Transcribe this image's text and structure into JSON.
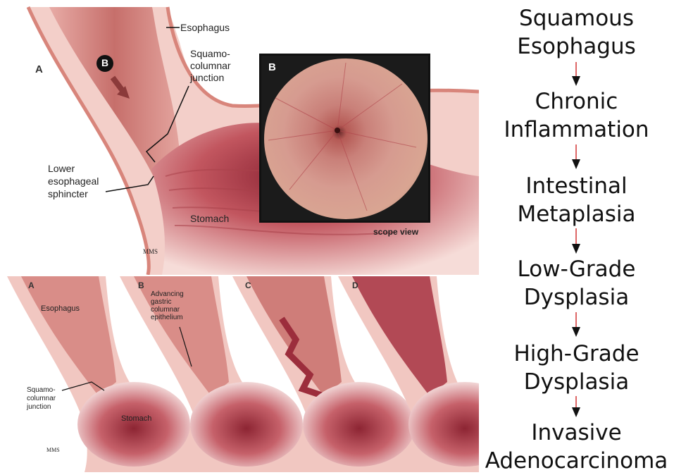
{
  "top_diagram": {
    "panel_letter": "A",
    "marker": "B",
    "labels": {
      "esophagus": "Esophagus",
      "squamo_line1": "Squamo-",
      "squamo_line2": "columnar",
      "squamo_line3": "junction",
      "lower_line1": "Lower",
      "lower_line2": "esophageal",
      "lower_line3": "sphincter",
      "stomach": "Stomach"
    },
    "scope": {
      "letter": "B",
      "caption": "scope view"
    },
    "signature": "MMS"
  },
  "bottom_diagram": {
    "panels": [
      "A",
      "B",
      "C",
      "D"
    ],
    "labels": {
      "esophagus": "Esophagus",
      "advancing_line1": "Advancing",
      "advancing_line2": "gastric",
      "advancing_line3": "columnar",
      "advancing_line4": "epithelium",
      "squamo_line1": "Squamo-",
      "squamo_line2": "columnar",
      "squamo_line3": "junction",
      "stomach": "Stomach"
    },
    "signature": "MMS"
  },
  "progression": {
    "steps": [
      {
        "line1": "Squamous",
        "line2": "Esophagus"
      },
      {
        "line1": "Chronic",
        "line2": "Inflammation"
      },
      {
        "line1": "Intestinal",
        "line2": "Metaplasia"
      },
      {
        "line1": "Low-Grade",
        "line2": "Dysplasia"
      },
      {
        "line1": "High-Grade",
        "line2": "Dysplasia"
      },
      {
        "line1": "Invasive",
        "line2": "Adenocarcinoma"
      }
    ],
    "arrow_color": "#d33333"
  }
}
